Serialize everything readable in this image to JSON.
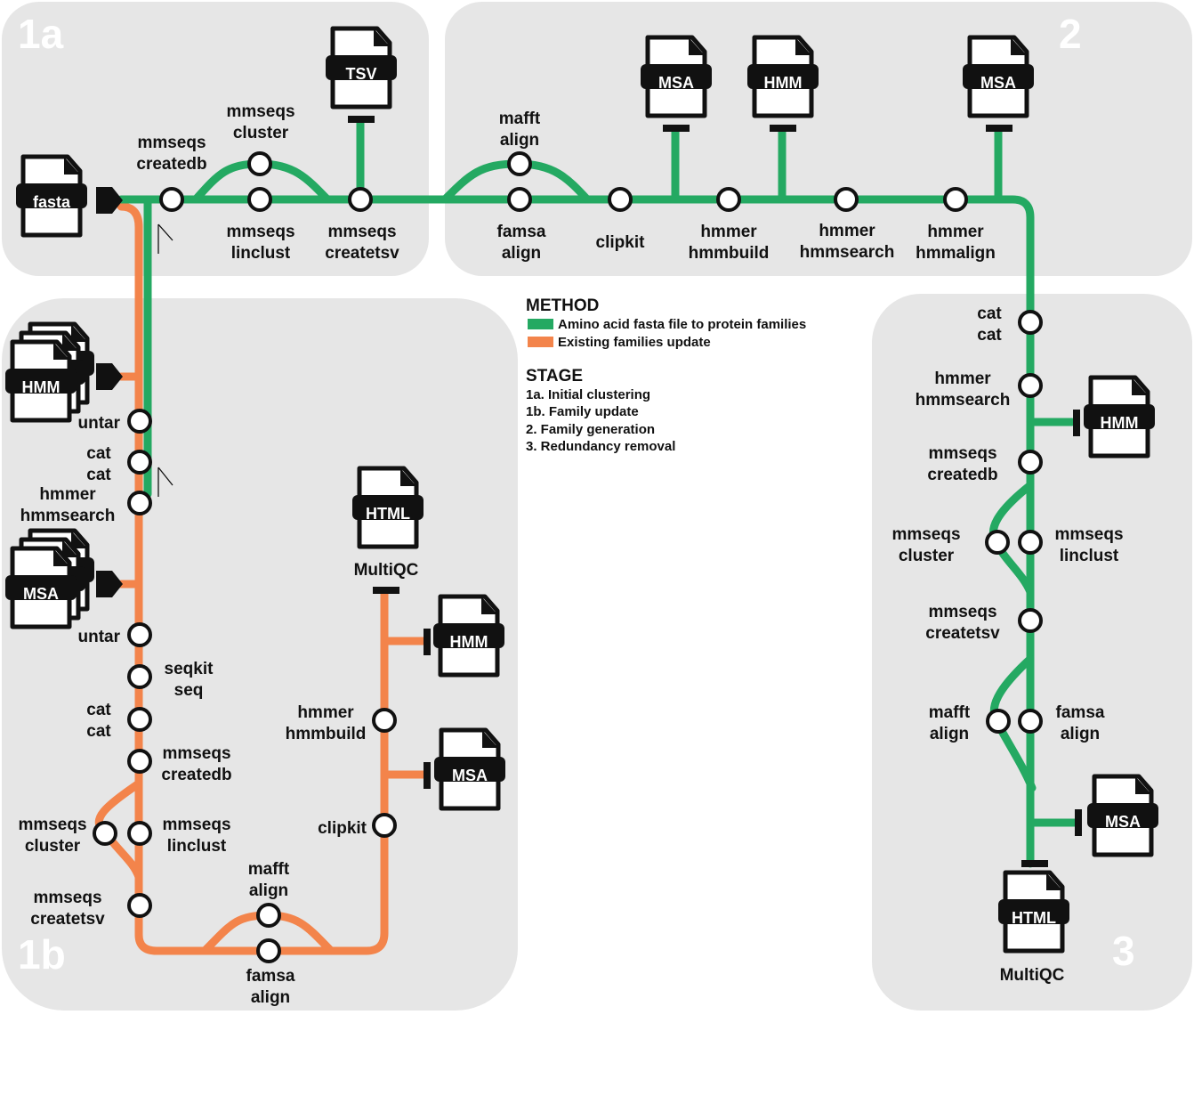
{
  "colors": {
    "panel": "#e6e6e6",
    "green": "#24a962",
    "orange": "#f3844b",
    "black": "#111111"
  },
  "stages": {
    "s1a": "1a",
    "s1b": "1b",
    "s2": "2",
    "s3": "3"
  },
  "legend": {
    "method_title": "METHOD",
    "green_label": "Amino acid fasta file to protein families",
    "orange_label": "Existing families update",
    "stage_title": "STAGE",
    "stage_items": [
      "1a. Initial clustering",
      "1b. Family update",
      "2. Family generation",
      "3. Redundancy removal"
    ]
  },
  "files": {
    "fasta": "fasta",
    "tsv": "TSV",
    "msa": "MSA",
    "hmm": "HMM",
    "html": "HTML",
    "multiqc": "MultiQC"
  },
  "steps": {
    "s1a_createdb": [
      "mmseqs",
      "createdb"
    ],
    "s1a_cluster": [
      "mmseqs",
      "cluster"
    ],
    "s1a_linclust": [
      "mmseqs",
      "linclust"
    ],
    "s1a_createtsv": [
      "mmseqs",
      "createtsv"
    ],
    "s2_mafft": [
      "mafft",
      "align"
    ],
    "s2_famsa": [
      "famsa",
      "align"
    ],
    "s2_clipkit": [
      "clipkit"
    ],
    "s2_hmmbuild": [
      "hmmer",
      "hmmbuild"
    ],
    "s2_hmmsearch": [
      "hmmer",
      "hmmsearch"
    ],
    "s2_hmmalign": [
      "hmmer",
      "hmmalign"
    ],
    "s3_cat": [
      "cat",
      "cat"
    ],
    "s3_hmmsearch": [
      "hmmer",
      "hmmsearch"
    ],
    "s3_createdb": [
      "mmseqs",
      "createdb"
    ],
    "s3_cluster": [
      "mmseqs",
      "cluster"
    ],
    "s3_linclust": [
      "mmseqs",
      "linclust"
    ],
    "s3_createtsv": [
      "mmseqs",
      "createtsv"
    ],
    "s3_mafft": [
      "mafft",
      "align"
    ],
    "s3_famsa": [
      "famsa",
      "align"
    ],
    "s1b_untar1": [
      "untar"
    ],
    "s1b_cat1": [
      "cat",
      "cat"
    ],
    "s1b_hmmsearch": [
      "hmmer",
      "hmmsearch"
    ],
    "s1b_untar2": [
      "untar"
    ],
    "s1b_seqkit": [
      "seqkit",
      "seq"
    ],
    "s1b_cat2": [
      "cat",
      "cat"
    ],
    "s1b_createdb": [
      "mmseqs",
      "createdb"
    ],
    "s1b_cluster": [
      "mmseqs",
      "cluster"
    ],
    "s1b_linclust": [
      "mmseqs",
      "linclust"
    ],
    "s1b_createtsv": [
      "mmseqs",
      "createtsv"
    ],
    "s1b_mafft": [
      "mafft",
      "align"
    ],
    "s1b_famsa": [
      "famsa",
      "align"
    ],
    "s1b_clipkit": [
      "clipkit"
    ],
    "s1b_hmmbuild": [
      "hmmer",
      "hmmbuild"
    ]
  }
}
